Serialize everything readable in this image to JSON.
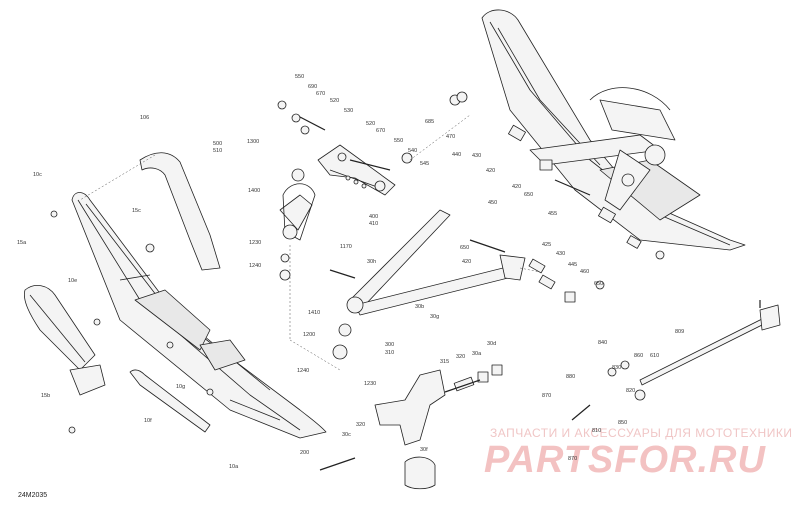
{
  "diagram": {
    "code": "24M2035",
    "colors": {
      "line": "#222222",
      "leader": "#555555",
      "part_fill": "#f4f4f4",
      "watermark": "#f0c0c0"
    },
    "labels": {
      "l106": "106",
      "l10c": "10c",
      "l15c": "15c",
      "l15a": "15a",
      "l10e": "10e",
      "l15b": "15b",
      "l10g": "10g",
      "l10f": "10f",
      "l10a": "10a",
      "l550a": "550",
      "l690": "690",
      "l670a": "670",
      "l520a": "520",
      "l530": "530",
      "l520b": "520",
      "l670b": "670",
      "l550b": "550",
      "l540": "540",
      "l545": "545",
      "l500": "500",
      "l510": "510",
      "l1300": "1300",
      "l1400": "1400",
      "l1230a": "1230",
      "l1240a": "1240",
      "l1170": "1170",
      "l30h": "30h",
      "l1410": "1410",
      "l30b": "30b",
      "l30g": "30g",
      "l1200": "1200",
      "l1240b": "1240",
      "l1230b": "1230",
      "l400": "400",
      "l410": "410",
      "l685": "685",
      "l470": "470",
      "l440": "440",
      "l430a": "430",
      "l420a": "420",
      "l420b": "420",
      "l650a": "650",
      "l455": "455",
      "l450": "450",
      "l650b": "650",
      "l420c": "420",
      "l425": "425",
      "l430b": "430",
      "l445": "445",
      "l460": "460",
      "l650c": "650",
      "l300": "300",
      "l310": "310",
      "l315": "315",
      "l320": "320",
      "l30a": "30a",
      "l30d": "30d",
      "l320b": "320",
      "l30c": "30c",
      "l30f": "30f",
      "l200": "200",
      "l809": "809",
      "l840": "840",
      "l860": "860",
      "l610": "610",
      "l830": "830",
      "l880": "880",
      "l870": "870",
      "l850": "850",
      "l810": "810",
      "l820": "820",
      "l870b": "870"
    },
    "watermark": {
      "line1": "ЗАПЧАСТИ И АКСЕССУАРЫ ДЛЯ МОТОТЕХНИКИ",
      "line2": "PARTSFOR.RU"
    }
  }
}
